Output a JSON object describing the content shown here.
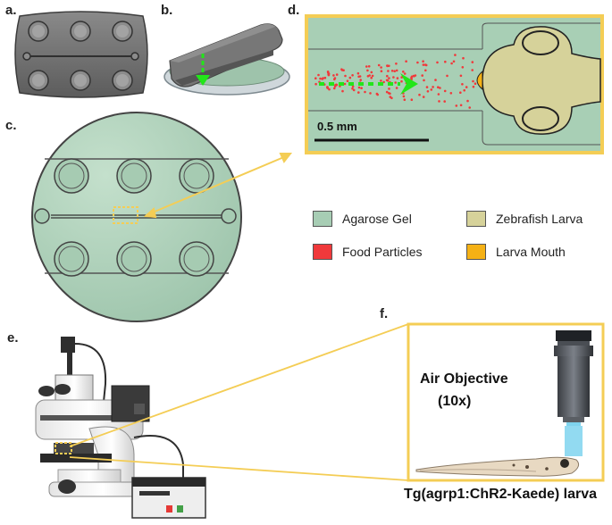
{
  "panels": {
    "a": "a.",
    "b": "b.",
    "c": "c.",
    "d": "d.",
    "e": "e.",
    "f": "f."
  },
  "scale_bar": {
    "label": "0.5 mm"
  },
  "legend": [
    {
      "label": "Agarose Gel",
      "color": "#a7cdb4"
    },
    {
      "label": "Zebrafish Larva",
      "color": "#d6d29a"
    },
    {
      "label": "Food Particles",
      "color": "#f0393b"
    },
    {
      "label": "Larva Mouth",
      "color": "#f5b115"
    }
  ],
  "objective": {
    "line1": "Air Objective",
    "line2": "(10x)"
  },
  "larva_caption": "Tg(agrp1:ChR2-Kaede) larva",
  "colors": {
    "accent_yellow": "#f4cd55",
    "gel": "#a7cdb4",
    "arrow_green": "#22e61a",
    "blue_light": "#7fd3ee"
  }
}
